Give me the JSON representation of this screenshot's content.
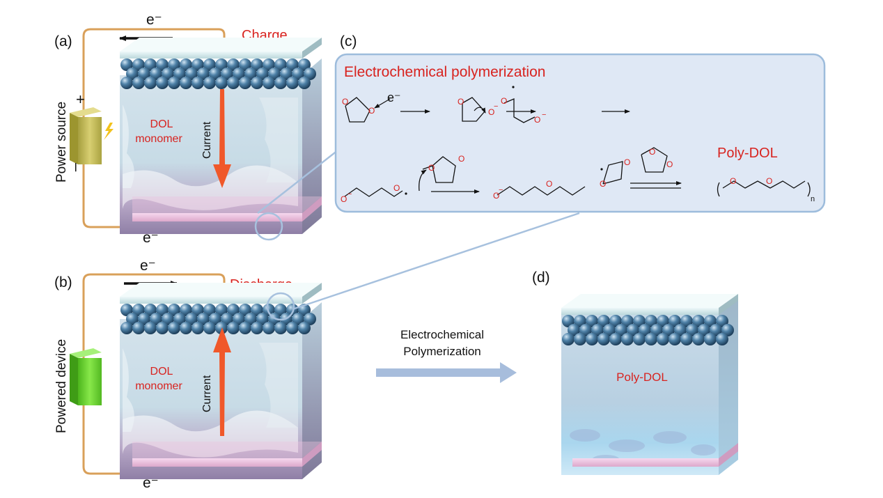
{
  "panels": {
    "a": {
      "label": "(a)",
      "mode_label": "Charge",
      "source_label": "Power source",
      "plus": "+",
      "minus": "–",
      "electron_top": "e⁻",
      "electron_bottom": "e⁻",
      "monomer_label_1": "DOL",
      "monomer_label_2": "monomer",
      "current_label": "Current"
    },
    "b": {
      "label": "(b)",
      "mode_label": "Discharge",
      "device_label": "Powered device",
      "electron_top": "e⁻",
      "electron_bottom": "e⁻",
      "monomer_label_1": "DOL",
      "monomer_label_2": "monomer",
      "current_label": "Current"
    },
    "c": {
      "label": "(c)",
      "title": "Electrochemical polymerization",
      "electron": "e⁻",
      "atom_o": "O",
      "product_label": "Poly-DOL",
      "subscript": "n"
    },
    "d": {
      "label": "(d)",
      "product_label": "Poly-DOL"
    }
  },
  "process_arrow": {
    "line1": "Electrochemical",
    "line2": "Polymerization"
  },
  "colors": {
    "label_red": "#d8231f",
    "wire": "#d9a05a",
    "current_arrow": "#f0582a",
    "sphere": "#3f6f93",
    "top_plate": "#dff0f2",
    "bottom_plate": "#f2c8e4",
    "panel_c_fill": "#dfe8f5",
    "panel_c_border": "#9dbcdc",
    "power_source": "#c9c05a",
    "device": "#6fd62e",
    "process_arrow": "#a7bddc"
  }
}
